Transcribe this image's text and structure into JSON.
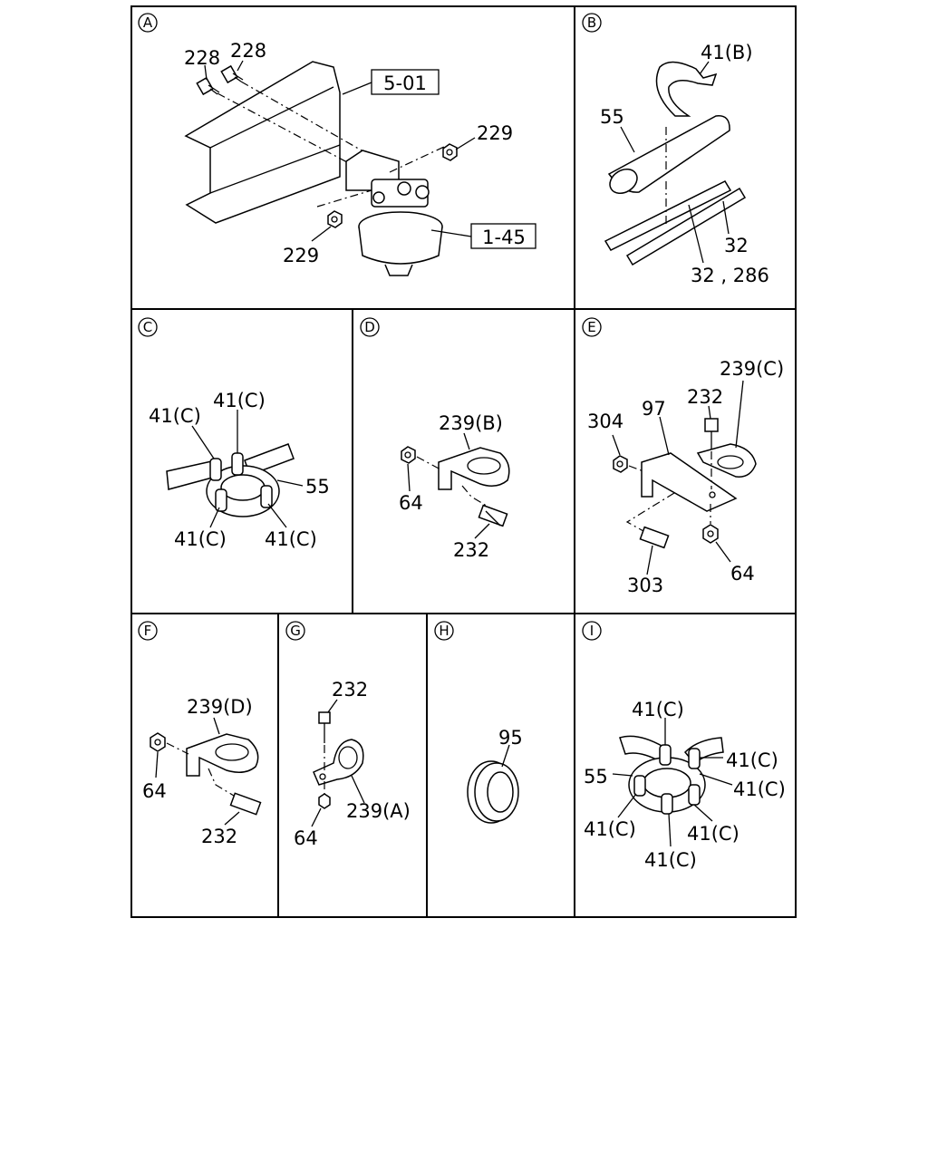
{
  "panels": {
    "A": {
      "letter": "A",
      "labels": {
        "bolt1": "228",
        "bolt2": "228",
        "ref_top": "5-01",
        "nut_right": "229",
        "nut_left": "229",
        "ref_filter": "1-45"
      }
    },
    "B": {
      "letter": "B",
      "labels": {
        "band": "41(B)",
        "sleeve": "55",
        "tube": "32",
        "tube_pair": "32 , 286"
      }
    },
    "C": {
      "letter": "C",
      "labels": {
        "band_tl": "41(C)",
        "band_tr": "41(C)",
        "sleeve": "55",
        "band_bl": "41(C)",
        "band_br": "41(C)"
      }
    },
    "D": {
      "letter": "D",
      "labels": {
        "clip": "239(B)",
        "nut": "64",
        "bolt": "232"
      }
    },
    "E": {
      "letter": "E",
      "labels": {
        "clip": "239(C)",
        "bolt_top": "232",
        "nut_left": "304",
        "bracket": "97",
        "bolt_bottom": "303",
        "nut_bottom": "64"
      }
    },
    "F": {
      "letter": "F",
      "labels": {
        "clip": "239(D)",
        "nut": "64",
        "bolt": "232"
      }
    },
    "G": {
      "letter": "G",
      "labels": {
        "bolt": "232",
        "clip": "239(A)",
        "nut": "64"
      }
    },
    "H": {
      "letter": "H",
      "labels": {
        "grommet": "95"
      }
    },
    "I": {
      "letter": "I",
      "labels": {
        "band_top": "41(C)",
        "band_r1": "41(C)",
        "sleeve": "55",
        "band_r2": "41(C)",
        "band_bl": "41(C)",
        "band_br": "41(C)",
        "band_b": "41(C)"
      }
    }
  }
}
